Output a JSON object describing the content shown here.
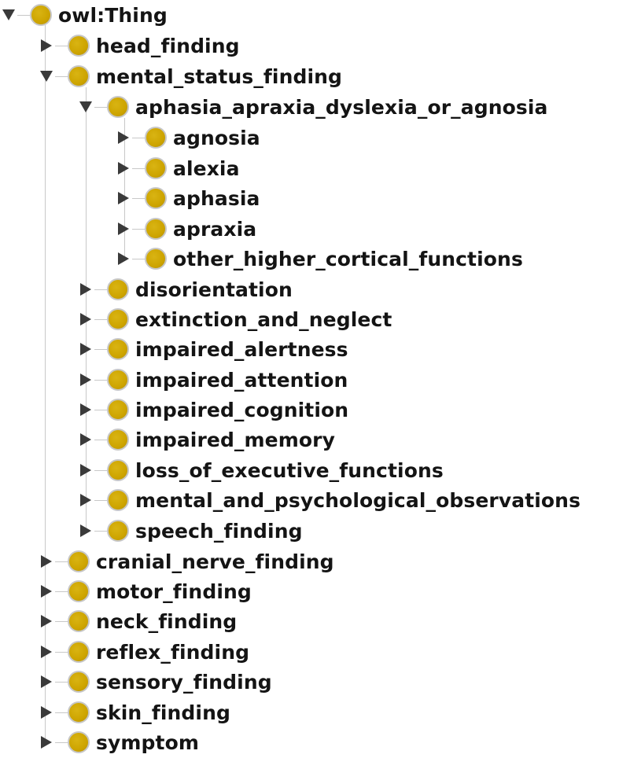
{
  "tree": {
    "root": {
      "label": "owl:Thing",
      "children": [
        {
          "label": "head_finding"
        },
        {
          "label": "mental_status_finding",
          "children": [
            {
              "label": "aphasia_apraxia_dyslexia_or_agnosia",
              "children": [
                {
                  "label": "agnosia"
                },
                {
                  "label": "alexia"
                },
                {
                  "label": "aphasia"
                },
                {
                  "label": "apraxia"
                },
                {
                  "label": "other_higher_cortical_functions"
                }
              ]
            },
            {
              "label": "disorientation"
            },
            {
              "label": "extinction_and_neglect"
            },
            {
              "label": "impaired_alertness"
            },
            {
              "label": "impaired_attention"
            },
            {
              "label": "impaired_cognition"
            },
            {
              "label": "impaired_memory"
            },
            {
              "label": "loss_of_executive_functions"
            },
            {
              "label": "mental_and_psychological_observations"
            },
            {
              "label": "speech_finding"
            }
          ]
        },
        {
          "label": "cranial_nerve_finding"
        },
        {
          "label": "motor_finding"
        },
        {
          "label": "neck_finding"
        },
        {
          "label": "reflex_finding"
        },
        {
          "label": "sensory_finding"
        },
        {
          "label": "skin_finding"
        },
        {
          "label": "symptom"
        }
      ]
    }
  },
  "colors": {
    "class_bullet": "#cda400",
    "text": "#141414",
    "guide_line": "#c8c8c8",
    "toggle": "#3a3a3a"
  },
  "icons": {
    "class_bullet": "owl-class-icon",
    "expanded": "expanded-triangle-icon",
    "collapsed": "collapsed-triangle-icon"
  }
}
